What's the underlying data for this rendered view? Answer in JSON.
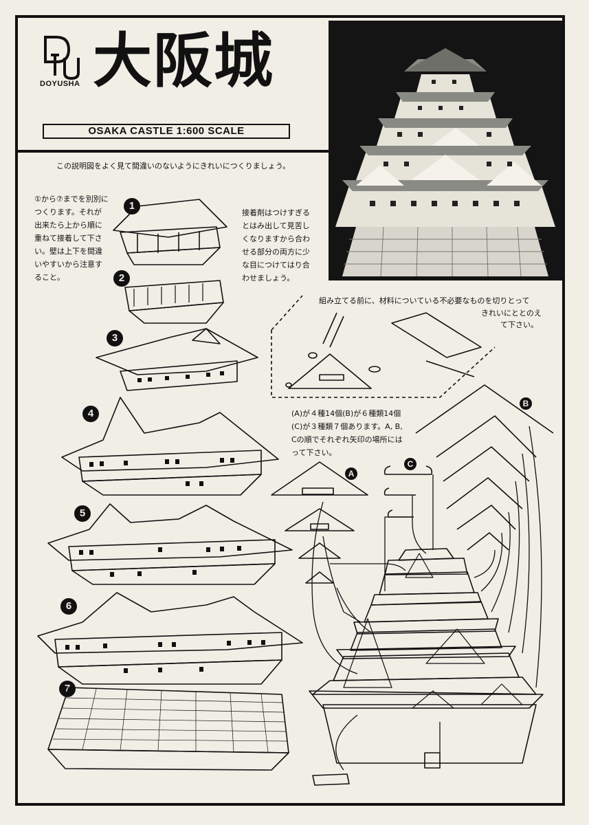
{
  "brand": {
    "name": "DOYUSHA"
  },
  "title": {
    "japanese": "大阪城",
    "english": "OSAKA CASTLE 1:600 SCALE"
  },
  "instructions": {
    "intro": "この説明図をよく見て間違いのないようにきれいにつくりましょう。",
    "order": "①から⑦までを別別につくります。それが出来たら上から順に重ねて接着して下さい。壁は上下を間違いやすいから注意すること。",
    "glue": "接着剤はつけすぎるとはみ出して見苦しくなりますから合わせる部分の両方に少な目につけてはり合わせましょう。",
    "cut_line1": "組み立てる前に、材料についている不必要なものを切りとって",
    "cut_line2": "きれいにととのえ",
    "cut_line3": "て下さい。",
    "parts": "(A)が４種14個(B)が６種類14個(C)が３種類７個あります。A, B, Cの順でそれぞれ矢印の場所にはって下さい。"
  },
  "steps": [
    "1",
    "2",
    "3",
    "4",
    "5",
    "6",
    "7"
  ],
  "part_labels": [
    "A",
    "B",
    "C"
  ],
  "colors": {
    "ink": "#111111",
    "paper": "#f1eee6",
    "photo_bg": "#141414"
  }
}
